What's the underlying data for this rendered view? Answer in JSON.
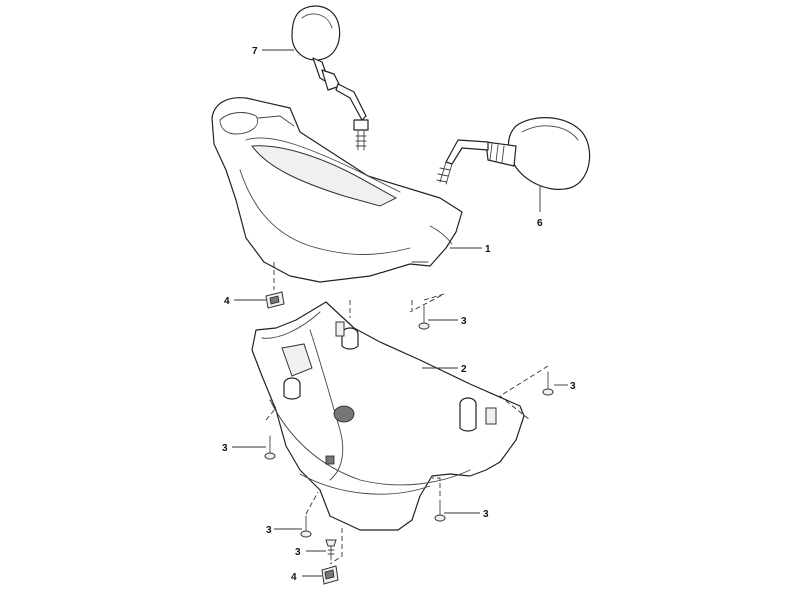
{
  "diagram": {
    "callouts": {
      "c1": "1",
      "c2": "2",
      "c3a": "3",
      "c3b": "3",
      "c3c": "3",
      "c3d": "3",
      "c3e": "3",
      "c3f": "3",
      "c4a": "4",
      "c4b": "4",
      "c6": "6",
      "c7": "7"
    }
  }
}
